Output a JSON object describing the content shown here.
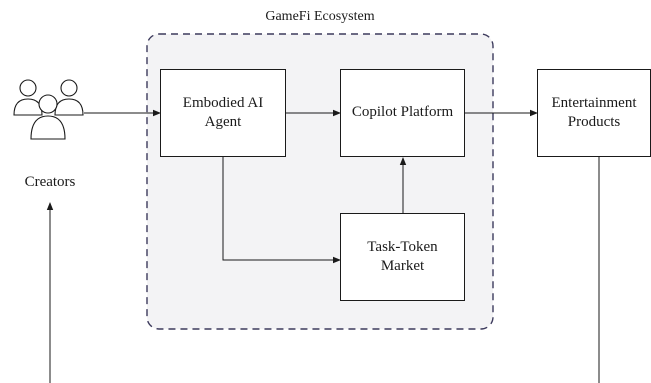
{
  "ecosystem": {
    "title": "GameFi Ecosystem"
  },
  "nodes": {
    "agent": "Embodied AI\nAgent",
    "copilot": "Copilot Platform",
    "market": "Task-Token\nMarket",
    "entertainment": "Entertainment\nProducts"
  },
  "creators": {
    "label": "Creators",
    "icon": "users-group-icon"
  },
  "colors": {
    "stroke": "#1a1a1a",
    "ecosystem_border": "#3c3a5c",
    "ecosystem_fill": "#f3f3f5"
  }
}
